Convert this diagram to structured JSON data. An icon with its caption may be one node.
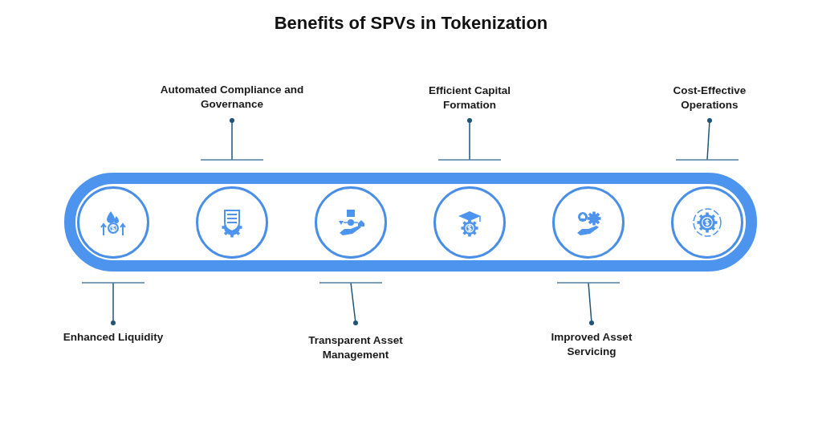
{
  "diagram": {
    "title": "Benefits of SPVs in Tokenization",
    "nodes": [
      {
        "text": [
          "Automated Compliance and Governance"
        ]
      },
      {
        "text": [
          "Efficient Capital Formation"
        ]
      },
      {
        "text": [
          "Cost-Effective Operations"
        ]
      },
      {
        "text": [],
        "shape": "circle"
      },
      {
        "text": [],
        "shape": "circle"
      },
      {
        "text": [],
        "shape": "circle"
      },
      {
        "text": [],
        "shape": "circle"
      },
      {
        "text": [],
        "shape": "circle"
      },
      {
        "text": [],
        "shape": "circle"
      },
      {
        "text": [
          "Enhanced Liquidity"
        ]
      },
      {
        "text": [
          "Transparent Asset Management"
        ]
      },
      {
        "text": [
          "Improved Asset Servicing"
        ]
      }
    ],
    "edges": [
      {
        "from": 0,
        "to": 4,
        "arrow": "other"
      },
      {
        "from": 1,
        "to": 6,
        "arrow": "other"
      },
      {
        "from": 2,
        "to": 8,
        "arrow": "other"
      },
      {
        "from": 9,
        "to": 3,
        "arrow": "other"
      },
      {
        "from": 10,
        "to": 5,
        "arrow": "other"
      },
      {
        "from": 11,
        "to": 7,
        "arrow": "other"
      }
    ]
  }
}
